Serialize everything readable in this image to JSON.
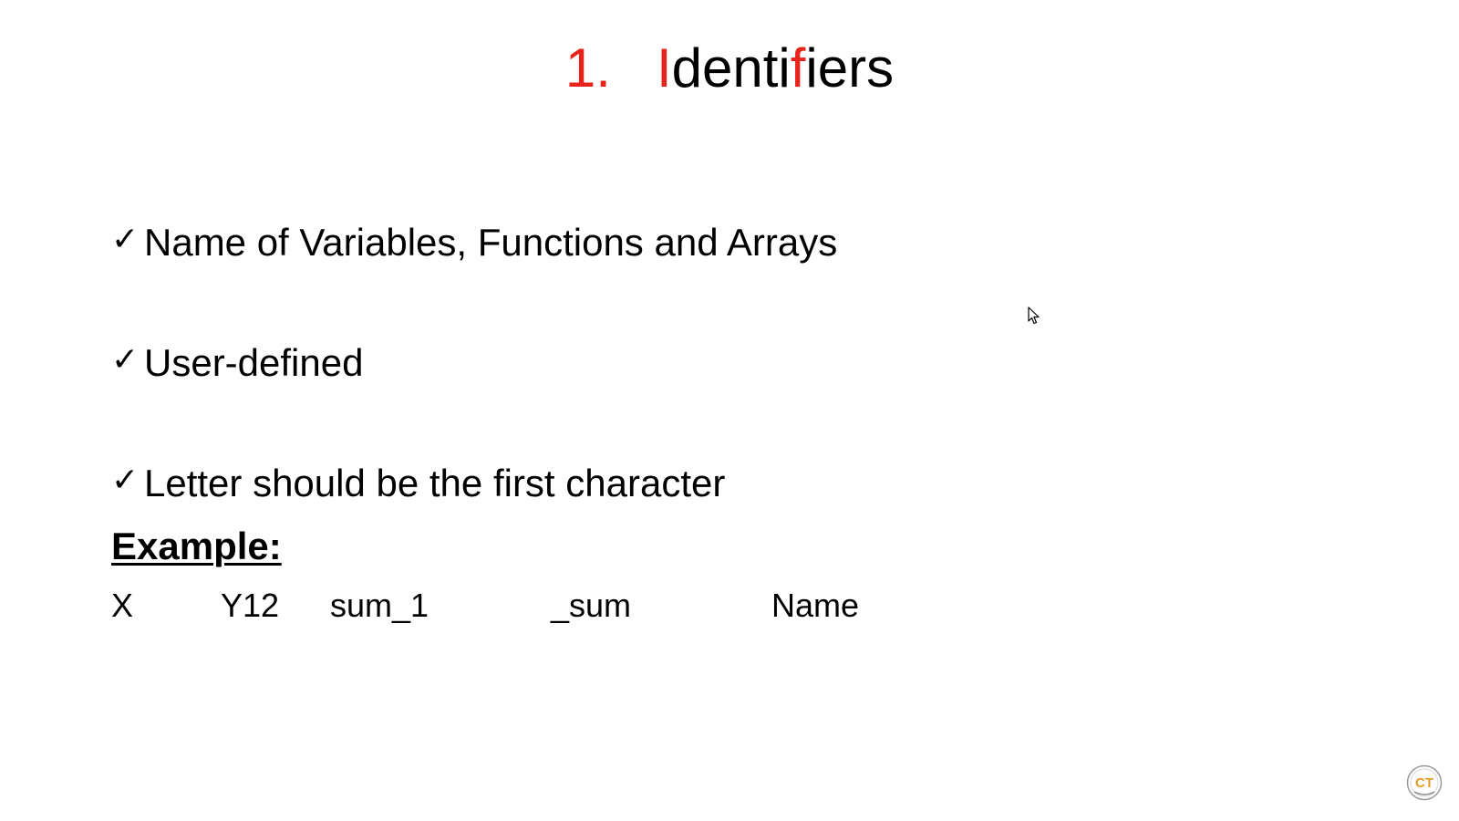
{
  "title": {
    "number": "1.",
    "word_parts": [
      "I",
      "denti",
      "f",
      "iers"
    ]
  },
  "bullets": [
    {
      "check": "✓",
      "text": "Name of Variables, Functions and Arrays"
    },
    {
      "check": "✓",
      "text": "User-defined"
    },
    {
      "check": "✓",
      "text": "Letter should be the first character"
    }
  ],
  "example": {
    "label": "Example:",
    "items": [
      "X",
      "Y12",
      "sum_1",
      "_sum",
      "Name"
    ]
  },
  "logo": {
    "icon": "ct-logo-icon",
    "letters": "CT"
  },
  "cursor": {
    "icon": "mouse-pointer-icon"
  },
  "colors": {
    "accent": "#e8231b",
    "text": "#000000",
    "background": "#ffffff"
  }
}
